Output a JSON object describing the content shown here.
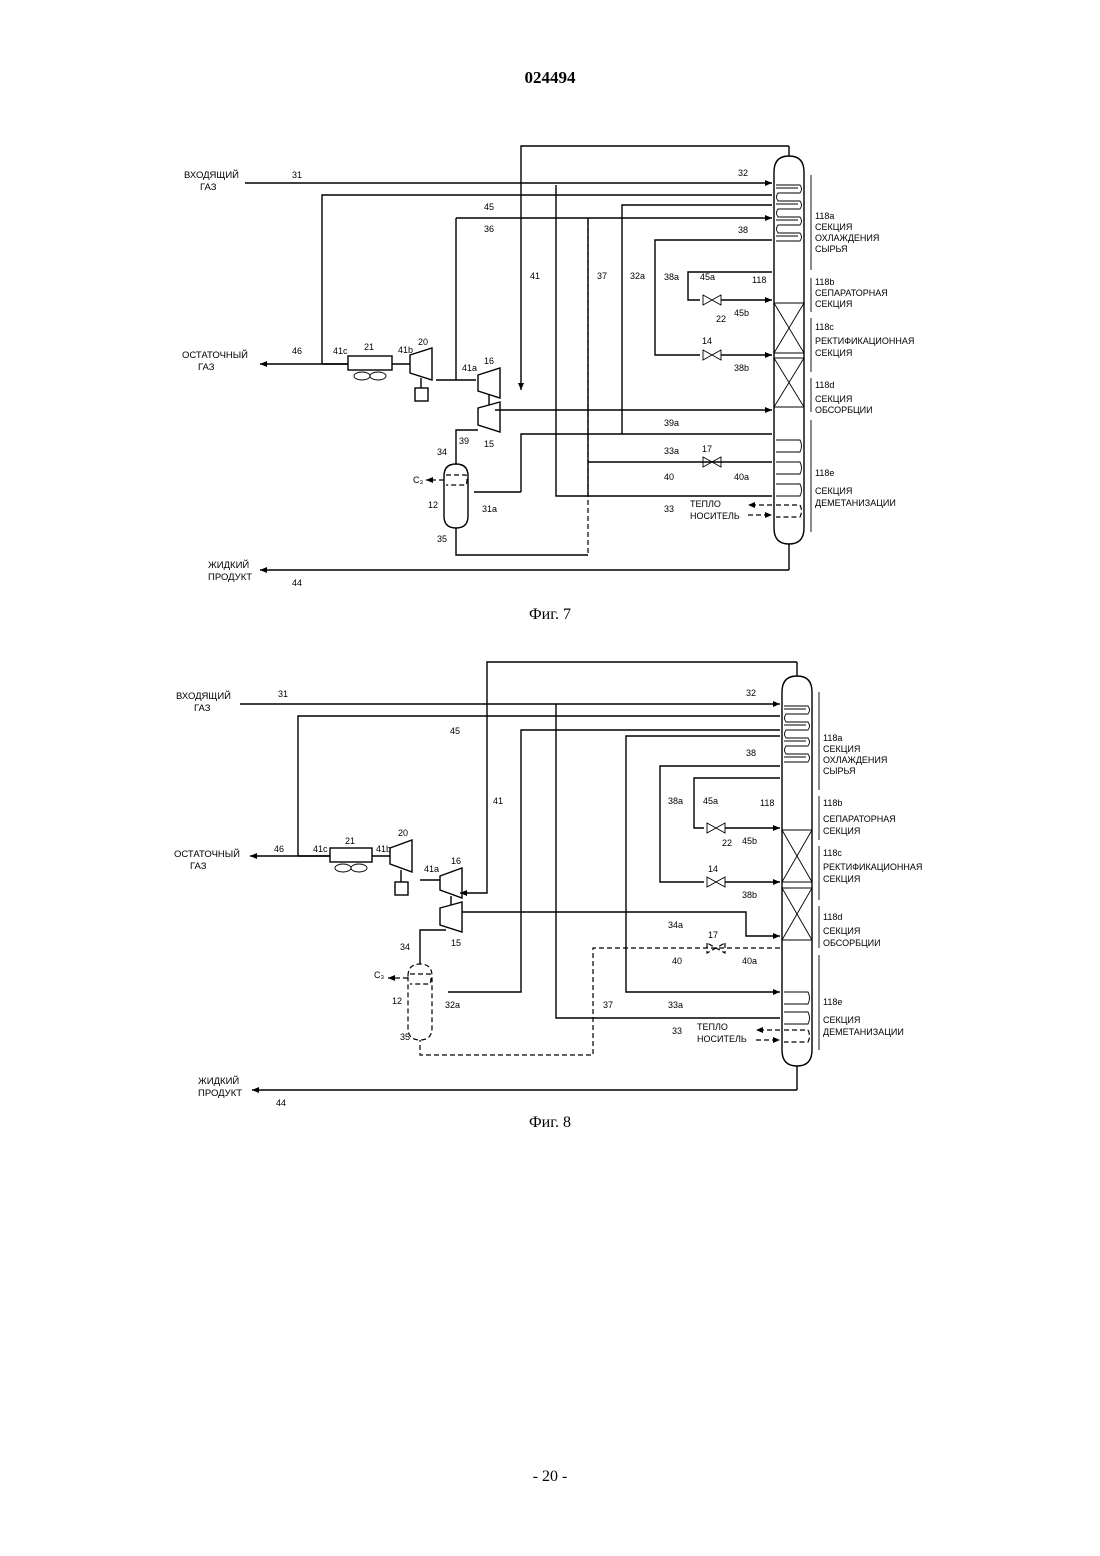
{
  "doc_number": "024494",
  "page_number": "- 20 -",
  "figures": [
    {
      "caption": "Фиг. 7",
      "labels": {
        "inlet_gas": [
          "ВХОДЯЩИЙ",
          "ГАЗ"
        ],
        "residue_gas": [
          "ОСТАТОЧНЫЙ",
          "ГАЗ"
        ],
        "liquid_product": [
          "ЖИДКИЙ",
          "ПРОДУКТ"
        ],
        "heat_medium": [
          "ТЕПЛО",
          "НОСИТЕЛЬ"
        ],
        "c3": "C₃"
      },
      "sections": [
        {
          "tag": "118a",
          "lines": [
            "СЕКЦИЯ",
            "ОХЛАЖДЕНИЯ",
            "СЫРЬЯ"
          ]
        },
        {
          "tag": "118b",
          "lines": [
            "СЕПАРАТОРНАЯ",
            "СЕКЦИЯ"
          ]
        },
        {
          "tag": "118c",
          "lines": [
            "РЕКТИФИКАЦИОННАЯ",
            "СЕКЦИЯ"
          ]
        },
        {
          "tag": "118d",
          "lines": [
            "СЕКЦИЯ",
            "ОБСОРБЦИИ"
          ]
        },
        {
          "tag": "118e",
          "lines": [
            "СЕКЦИЯ",
            "ДЕМЕТАНИЗАЦИИ"
          ]
        }
      ],
      "column_tag": "118",
      "streams": {
        "s31": "31",
        "s32": "32",
        "s45": "45",
        "s36": "36",
        "s38": "38",
        "s41": "41",
        "s37": "37",
        "s32a": "32a",
        "s38a": "38a",
        "s45a": "45a",
        "s45b": "45b",
        "s38b": "38b",
        "s46": "46",
        "s41c": "41c",
        "s41b": "41b",
        "s41a": "41a",
        "s39": "39",
        "s39a": "39a",
        "s33a": "33a",
        "s40": "40",
        "s40a": "40a",
        "s34": "34",
        "s31a": "31a",
        "s33": "33",
        "s35": "35",
        "s44": "44"
      },
      "equipment": {
        "e21": "21",
        "e20": "20",
        "e16": "16",
        "e15": "15",
        "e22": "22",
        "e14": "14",
        "e17": "17",
        "e12": "12"
      }
    },
    {
      "caption": "Фиг. 8",
      "labels": {
        "inlet_gas": [
          "ВХОДЯЩИЙ",
          "ГАЗ"
        ],
        "residue_gas": [
          "ОСТАТОЧНЫЙ",
          "ГАЗ"
        ],
        "liquid_product": [
          "ЖИДКИЙ",
          "ПРОДУКТ"
        ],
        "heat_medium": [
          "ТЕПЛО",
          "НОСИТЕЛЬ"
        ],
        "c3": "C₃"
      },
      "sections": [
        {
          "tag": "118a",
          "lines": [
            "СЕКЦИЯ",
            "ОХЛАЖДЕНИЯ",
            "СЫРЬЯ"
          ]
        },
        {
          "tag": "118b",
          "lines": [
            "СЕПАРАТОРНАЯ",
            "СЕКЦИЯ"
          ]
        },
        {
          "tag": "118c",
          "lines": [
            "РЕКТИФИКАЦИОННАЯ",
            "СЕКЦИЯ"
          ]
        },
        {
          "tag": "118d",
          "lines": [
            "СЕКЦИЯ",
            "ОБСОРБЦИИ"
          ]
        },
        {
          "tag": "118e",
          "lines": [
            "СЕКЦИЯ",
            "ДЕМЕТАНИЗАЦИИ"
          ]
        }
      ],
      "column_tag": "118",
      "streams": {
        "s31": "31",
        "s32": "32",
        "s45": "45",
        "s38": "38",
        "s41": "41",
        "s38a": "38a",
        "s45a": "45a",
        "s45b": "45b",
        "s38b": "38b",
        "s46": "46",
        "s41c": "41c",
        "s41b": "41b",
        "s41a": "41a",
        "s34": "34",
        "s34a": "34a",
        "s40": "40",
        "s40a": "40a",
        "s37": "37",
        "s33a": "33a",
        "s32a": "32a",
        "s33": "33",
        "s35": "35",
        "s44": "44"
      },
      "equipment": {
        "e21": "21",
        "e20": "20",
        "e16": "16",
        "e15": "15",
        "e22": "22",
        "e14": "14",
        "e17": "17",
        "e12": "12"
      }
    }
  ]
}
